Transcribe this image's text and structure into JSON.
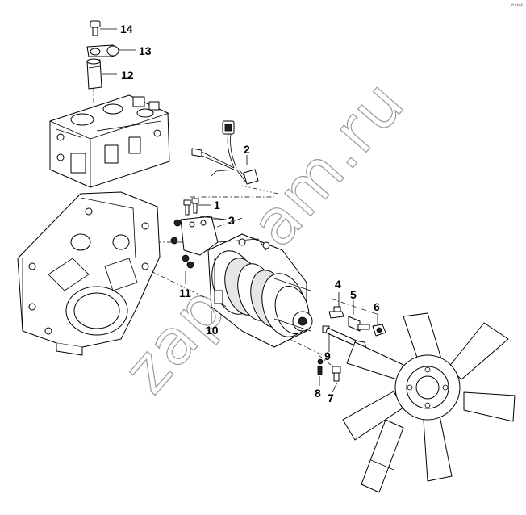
{
  "diagram": {
    "corner_tag": "ff 6666",
    "watermark": "zapcham.ru",
    "callouts": [
      {
        "id": "1",
        "label": "1"
      },
      {
        "id": "2",
        "label": "2"
      },
      {
        "id": "3",
        "label": "3"
      },
      {
        "id": "4",
        "label": "4"
      },
      {
        "id": "5",
        "label": "5"
      },
      {
        "id": "6",
        "label": "6"
      },
      {
        "id": "7",
        "label": "7"
      },
      {
        "id": "8",
        "label": "8"
      },
      {
        "id": "9",
        "label": "9"
      },
      {
        "id": "10",
        "label": "10"
      },
      {
        "id": "11",
        "label": "11"
      },
      {
        "id": "12",
        "label": "12"
      },
      {
        "id": "13",
        "label": "13"
      },
      {
        "id": "14",
        "label": "14"
      }
    ]
  }
}
